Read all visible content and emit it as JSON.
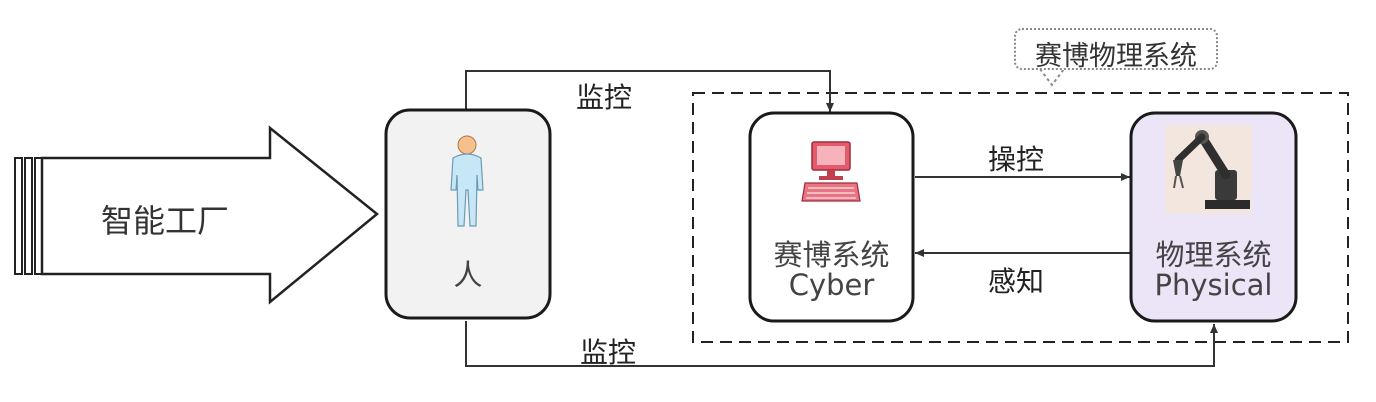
{
  "source_label": "智能工厂",
  "human": {
    "label": "人",
    "icon": "person-icon"
  },
  "cyber": {
    "label_cn": "赛博系统",
    "label_en": "Cyber",
    "icon": "computer-icon"
  },
  "physical": {
    "label_cn": "物理系统",
    "label_en": "Physical",
    "icon": "robot-arm-icon"
  },
  "cps_label": "赛博物理系统",
  "edges": {
    "monitor_top": "监控",
    "monitor_bottom": "监控",
    "control": "操控",
    "sense": "感知"
  },
  "colors": {
    "human_fill": "#f2f2f2",
    "physical_fill": "#ece4f7",
    "node_border": "#1a1a1a",
    "line": "#333333",
    "person": "#c7e7f7"
  }
}
